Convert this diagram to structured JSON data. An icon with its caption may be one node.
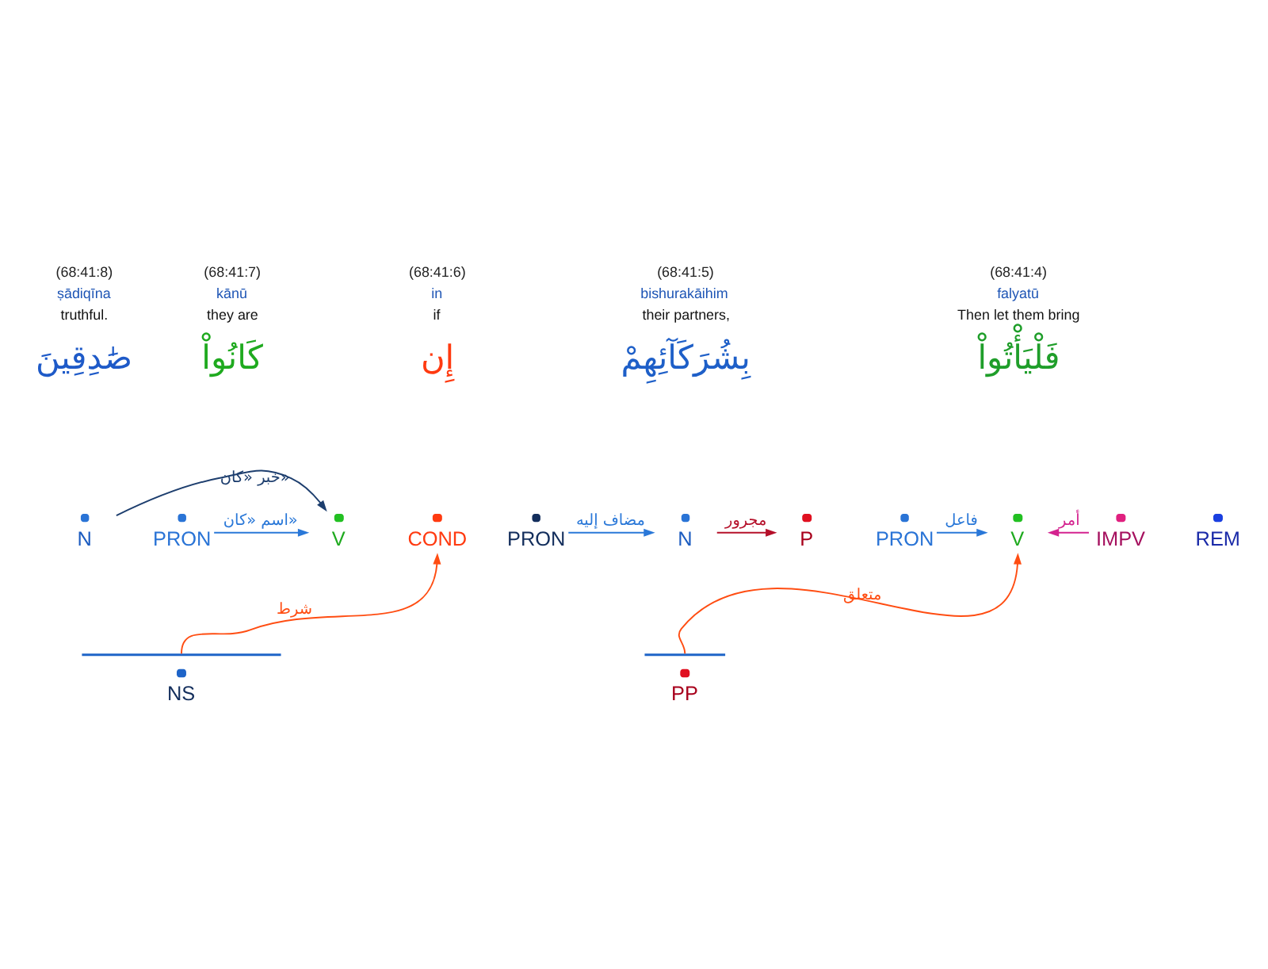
{
  "diagram": {
    "nodes": [
      {
        "text": [
          "REM"
        ]
      },
      {
        "text": [
          "IMPV"
        ]
      },
      {
        "text": [
          "V"
        ]
      },
      {
        "text": [
          "PRON"
        ]
      },
      {
        "text": [
          "P"
        ]
      },
      {
        "text": [
          "N"
        ]
      },
      {
        "text": [
          "PRON"
        ]
      },
      {
        "text": [
          "COND"
        ]
      },
      {
        "text": [
          "V"
        ]
      },
      {
        "text": [
          "PRON"
        ]
      },
      {
        "text": [
          "N"
        ]
      },
      {
        "text": [
          "PP"
        ]
      },
      {
        "text": [
          "NS"
        ]
      }
    ],
    "edges": [
      {
        "from": 1,
        "to": 2,
        "arrow": "to",
        "label": "أمر",
        "color": "#d4238f"
      },
      {
        "from": 3,
        "to": 2,
        "arrow": "to",
        "label": "فاعل"
      },
      {
        "from": 5,
        "to": 4,
        "arrow": "to",
        "label": "مجرور",
        "color": "#b5102a"
      },
      {
        "from": 6,
        "to": 5,
        "arrow": "to",
        "label": "مضاف إليه"
      },
      {
        "from": 11,
        "to": 2,
        "arrow": "to",
        "label": "متعلق",
        "color": "#ff4d12"
      },
      {
        "from": 9,
        "to": 8,
        "arrow": "to",
        "label": "اسم «كان»"
      },
      {
        "from": 10,
        "to": 8,
        "arrow": "to",
        "label": "خبر «كان»",
        "color": "#1d3e6e"
      },
      {
        "from": 12,
        "to": 7,
        "arrow": "to",
        "label": "شرط",
        "color": "#ff4d12"
      }
    ],
    "labels": [
      "(68:41:4)",
      "falyatū",
      "Then let them bring",
      "فَلْيَأْتُواْ",
      "(68:41:5)",
      "bishurakāihim",
      "their partners,",
      "بِشُرَكَآئِهِمْ",
      "(68:41:6)",
      "in",
      "if",
      "إِن",
      "(68:41:7)",
      "kānū",
      "they are",
      "كَانُواْ",
      "(68:41:8)",
      "ṣādiqīna",
      "truthful.",
      "صَٰدِقِينَ"
    ]
  }
}
